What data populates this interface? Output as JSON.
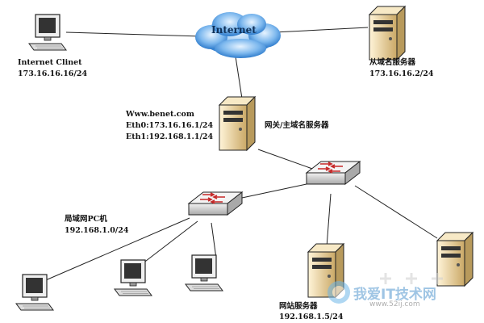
{
  "cloud": {
    "label": "Internet"
  },
  "nodes": {
    "internet_client": {
      "name": "Internet Clinet",
      "address": "173.16.16.16/24"
    },
    "slave_dns": {
      "name": "从域名服务器",
      "address": "173.16.16.2/24"
    },
    "gateway": {
      "hostname": "Www.benet.com",
      "eth0": "Eth0:173.16.16.1/24",
      "eth1": "Eth1:192.168.1.1/24",
      "name": "网关/主域名服务器"
    },
    "lan_pcs": {
      "name": "局域网PC机",
      "address": "192.168.1.0/24"
    },
    "web_server": {
      "name": "网站服务器",
      "address": "192.168.1.5/24"
    }
  },
  "watermark": {
    "main": "我爱IT技术网",
    "url": "www.52ij.com"
  },
  "colors": {
    "cloud": "#3f8fd8",
    "switch_body": "#cfcfcf",
    "switch_arrows": "#c62828",
    "server_body": "#e9d7a8",
    "line": "#222222"
  }
}
